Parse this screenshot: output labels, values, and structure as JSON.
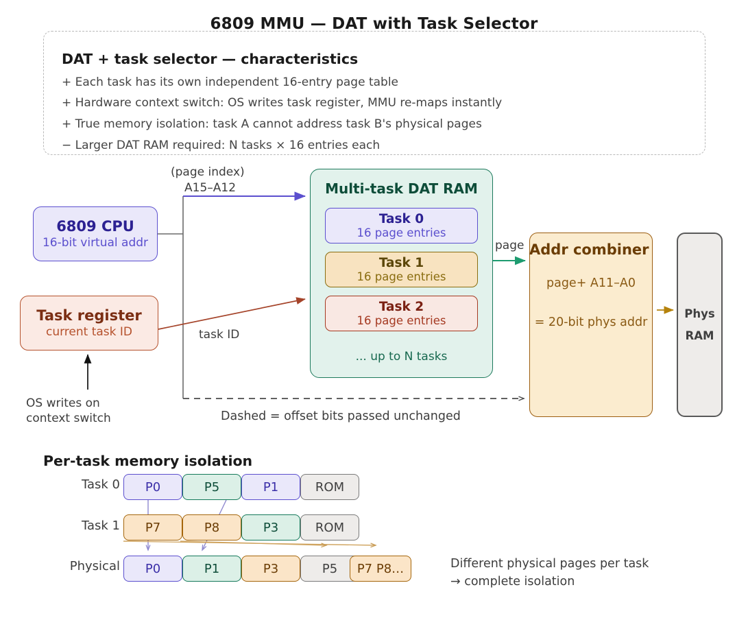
{
  "title": "6809 MMU — DAT with Task Selector",
  "characteristics": {
    "heading": "DAT + task selector — characteristics",
    "lines": [
      "+ Each task has its own independent 16-entry page table",
      "+ Hardware context switch: OS writes task register, MMU re-maps instantly",
      "+ True memory isolation: task A cannot address task B's physical pages",
      "− Larger DAT RAM required: N tasks × 16 entries each"
    ]
  },
  "nodes": {
    "cpu": {
      "title": "6809 CPU",
      "subtitle": "16-bit virtual addr",
      "fill": "#eae8fa",
      "stroke": "#5b4fce"
    },
    "task_register": {
      "title": "Task register",
      "subtitle": "current task ID",
      "fill": "#fbeae4",
      "stroke": "#b5512c"
    },
    "dat_ram": {
      "title": "Multi-task DAT RAM",
      "footer": "... up to N tasks",
      "fill": "#e2f2ec",
      "stroke": "#1d7a5c"
    },
    "combiner": {
      "title": "Addr combiner",
      "line1": "page+ A11–A0",
      "line2": "= 20-bit phys addr",
      "fill": "#fbeccf",
      "stroke": "#9c5d10"
    },
    "phys_ram": {
      "line1": "Phys",
      "line2": "RAM",
      "fill": "#eeecea",
      "stroke": "#595959"
    }
  },
  "task_entries": [
    {
      "name": "Task 0",
      "detail": "16 page entries",
      "fill": "#eae8fa",
      "stroke": "#5b4fce"
    },
    {
      "name": "Task 1",
      "detail": "16 page entries",
      "fill": "#f8e3c0",
      "stroke": "#8a6d10"
    },
    {
      "name": "Task 2",
      "detail": "16 page entries",
      "fill": "#f9e8e3",
      "stroke": "#a53a22"
    }
  ],
  "edge_labels": {
    "page_index": "(page index)",
    "a15_a12": "A15–A12",
    "task_id": "task ID",
    "page": "page",
    "dashed_legend": "Dashed = offset bits passed unchanged",
    "os_writes_line1": "OS writes on",
    "os_writes_line2": "context switch"
  },
  "isolation": {
    "heading": "Per-task memory isolation",
    "rows": [
      {
        "label": "Task 0",
        "cells": [
          {
            "text": "P0",
            "style": "c-purple"
          },
          {
            "text": "P5",
            "style": "c-green"
          },
          {
            "text": "P1",
            "style": "c-purple"
          },
          {
            "text": "ROM",
            "style": "c-grey"
          }
        ]
      },
      {
        "label": "Task 1",
        "cells": [
          {
            "text": "P7",
            "style": "c-orange"
          },
          {
            "text": "P8",
            "style": "c-orange"
          },
          {
            "text": "P3",
            "style": "c-green"
          },
          {
            "text": "ROM",
            "style": "c-grey"
          }
        ]
      },
      {
        "label": "Physical",
        "cells": [
          {
            "text": "P0",
            "style": "c-purple"
          },
          {
            "text": "P1",
            "style": "c-green"
          },
          {
            "text": "P3",
            "style": "c-orange"
          },
          {
            "text": "P5",
            "style": "c-grey"
          },
          {
            "text": "P7 P8…",
            "style": "c-orange"
          }
        ]
      }
    ],
    "note_line1": "Different physical pages per task",
    "note_line2": "→ complete isolation"
  },
  "colors": {
    "purple": "#5b4fce",
    "green": "#1d7a5c",
    "orange": "#a5660c",
    "brown": "#9c5d10",
    "red": "#b5512c",
    "grey": "#6b6b6b",
    "dashed_border": "#b9b9b9"
  }
}
